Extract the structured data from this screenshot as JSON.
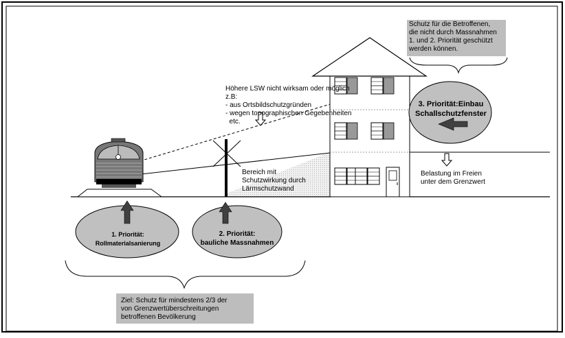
{
  "note_top_right": "Schutz für die Betroffenen,\ndie nicht durch Massnahmen\n1. und 2. Priorität geschützt\nwerden können.",
  "note_middle": "Höhere LSW nicht wirksam oder möglich\nz.B:\n- aus Ortsbildschutzgründen\n- wegen topographischen Gegebenheiten\n  etc.",
  "priority_1": "1. Priorität:\nRollmaterialsanierung",
  "priority_2": "2. Priorität:\nbauliche Massnahmen",
  "priority_3": "3. Priorität:Einbau\nSchallschutzfenster",
  "noise_wall_area": "Bereich mit\nSchutzwirkung durch\nLärmschutzwand",
  "outdoor_load": "Belastung im Freien\nunter dem Grenzwert",
  "goal": "Ziel: Schutz für mindestens 2/3 der\nvon Grenzwertüberschreitungen\nbetroffenen Bevölkerung",
  "colors": {
    "ellipse": "#c0c0c0",
    "arrow": "#404040",
    "note_box": "#bdbdbd",
    "shade": "#d9d9d9"
  }
}
